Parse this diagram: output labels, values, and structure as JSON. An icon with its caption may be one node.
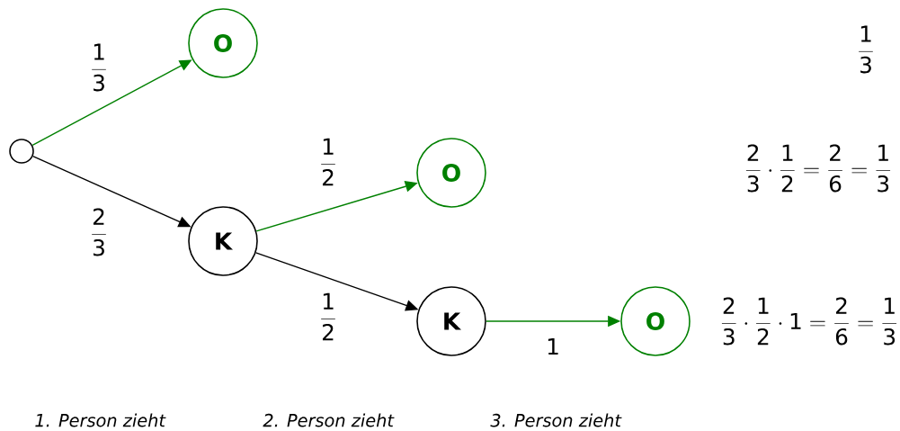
{
  "diagram": {
    "nodes": [
      {
        "text": [],
        "shape": "circle"
      },
      {
        "text": [
          "O"
        ]
      },
      {
        "text": [
          "K"
        ]
      },
      {
        "text": [
          "O"
        ]
      },
      {
        "text": [
          "K"
        ]
      },
      {
        "text": [
          "O"
        ]
      }
    ],
    "edges": [
      {
        "from": 0,
        "to": 1,
        "arrow": "to",
        "label": "\\frac{1}{3}",
        "color": "#008000"
      },
      {
        "from": 0,
        "to": 2,
        "arrow": "to",
        "label": "\\frac{2}{3}",
        "color": "#000000"
      },
      {
        "from": 2,
        "to": 3,
        "arrow": "to",
        "label": "\\frac{1}{2}",
        "color": "#008000"
      },
      {
        "from": 2,
        "to": 4,
        "arrow": "to",
        "label": "\\frac{1}{2}",
        "color": "#000000"
      },
      {
        "from": 4,
        "to": 5,
        "arrow": "to",
        "label": "1",
        "color": "#008000"
      }
    ],
    "labels": [
      "\\frac{1}{3}",
      "\\frac{2}{3}\\cdot\\frac{1}{2}=\\frac{2}{6}=\\frac{1}{3}",
      "\\frac{2}{3}\\cdot\\frac{1}{2}\\cdot 1=\\frac{2}{6}=\\frac{1}{3}",
      "1. Person zieht",
      "2. Person zieht",
      "3. Person zieht"
    ]
  }
}
